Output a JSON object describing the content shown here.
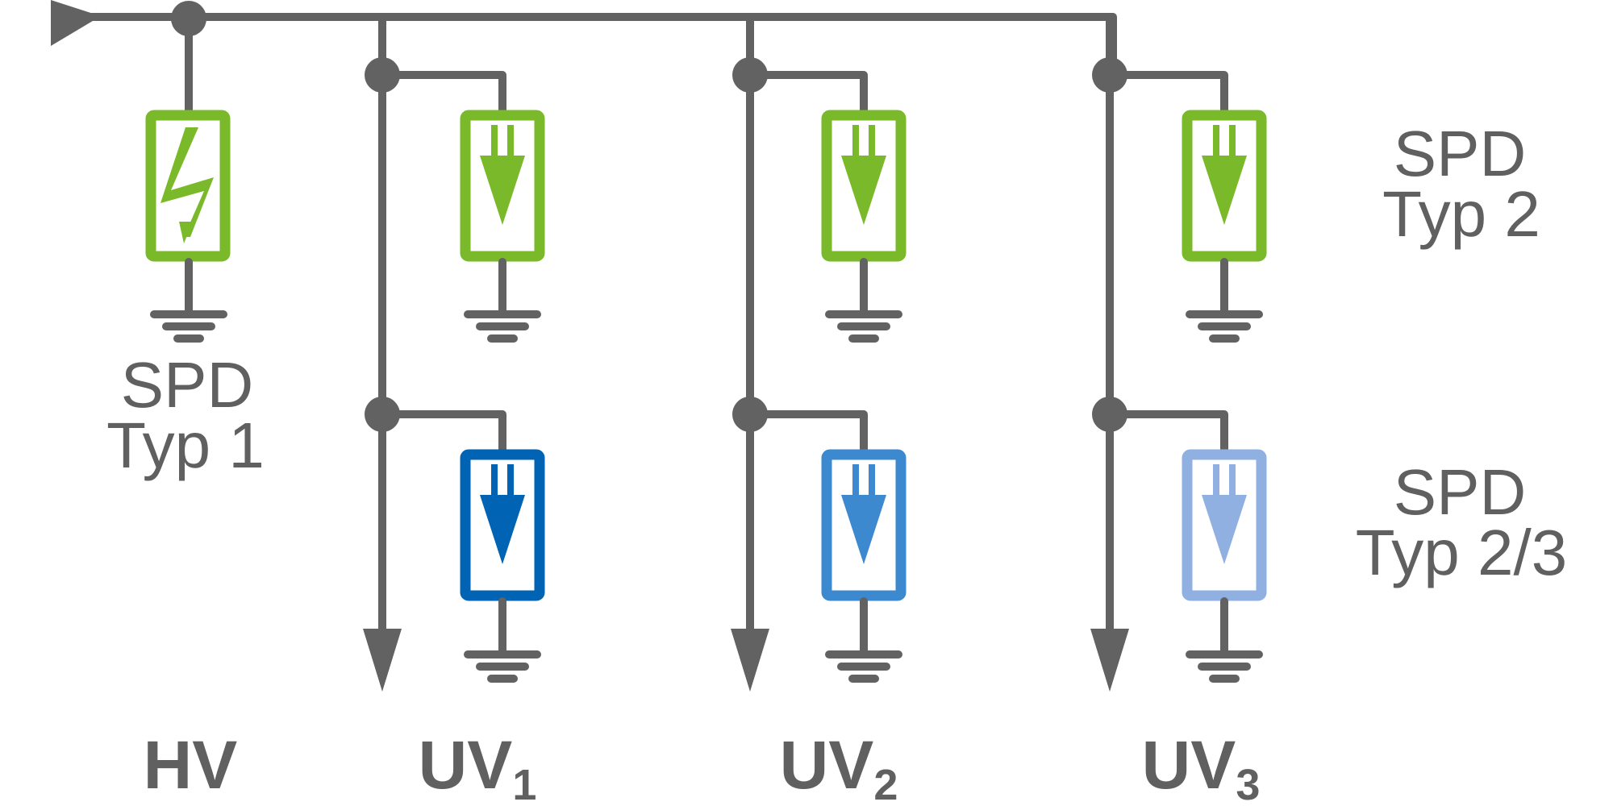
{
  "colors": {
    "wire": "#626262",
    "typ1": "#7ab929",
    "typ2": "#7ab929",
    "typ23_uv1": "#0063b4",
    "typ23_uv2": "#3d89cf",
    "typ23_uv3": "#8fb0e0"
  },
  "icons": {
    "typ1_spd": "lightning-bolt-icon",
    "typ2_spd": "down-arrow-icon",
    "typ23_spd": "down-arrow-icon",
    "ground": "ground-symbol-icon"
  },
  "labels": {
    "typ1": {
      "line1": "SPD",
      "line2": "Typ 1"
    },
    "typ2": {
      "line1": "SPD",
      "line2": "Typ 2"
    },
    "typ23": {
      "line1": "SPD",
      "line2": "Typ 2/3"
    }
  },
  "buses": [
    {
      "id": "hv",
      "main": "HV",
      "sub": ""
    },
    {
      "id": "uv1",
      "main": "UV",
      "sub": "1"
    },
    {
      "id": "uv2",
      "main": "UV",
      "sub": "2"
    },
    {
      "id": "uv3",
      "main": "UV",
      "sub": "3"
    }
  ]
}
